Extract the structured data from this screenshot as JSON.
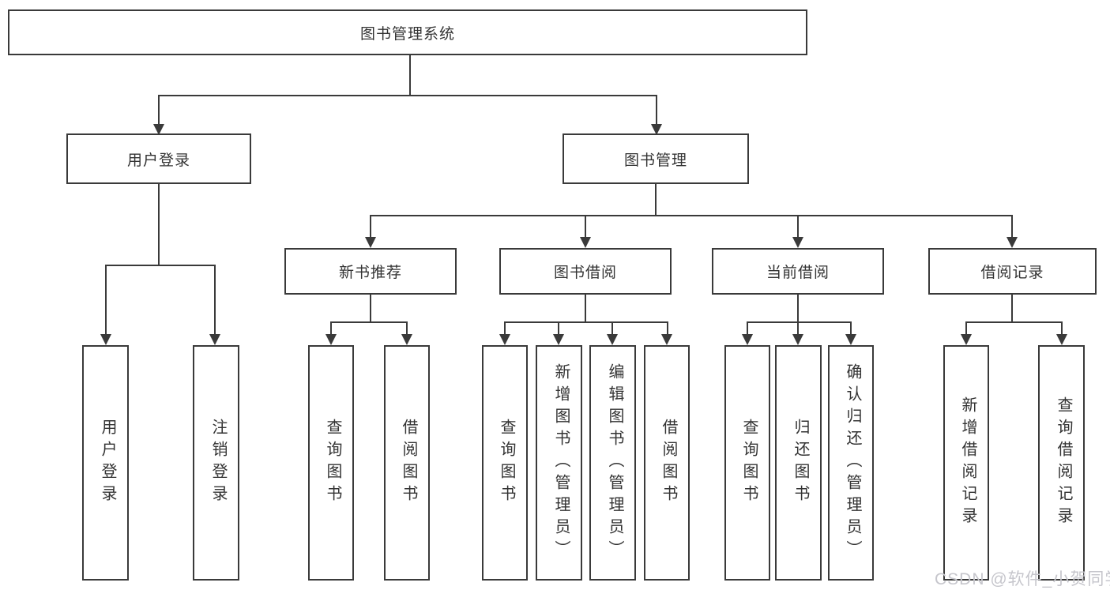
{
  "diagram": {
    "title": "图书管理系统",
    "root": {
      "label": "图书管理系统"
    },
    "level2": [
      {
        "id": "user-login",
        "label": "用户登录"
      },
      {
        "id": "book-management",
        "label": "图书管理"
      }
    ],
    "level3": [
      {
        "id": "new-book-recommend",
        "label": "新书推荐"
      },
      {
        "id": "book-borrowing",
        "label": "图书借阅"
      },
      {
        "id": "current-borrowing",
        "label": "当前借阅"
      },
      {
        "id": "borrowing-records",
        "label": "借阅记录"
      }
    ],
    "leaf_groups": [
      {
        "parent": "用户登录",
        "items": [
          "用户登录",
          "注销登录"
        ]
      },
      {
        "parent": "新书推荐",
        "items": [
          "查询图书",
          "借阅图书"
        ]
      },
      {
        "parent": "图书借阅",
        "items": [
          "查询图书",
          "新增图书（管理员）",
          "编辑图书（管理员）",
          "借阅图书"
        ]
      },
      {
        "parent": "当前借阅",
        "items": [
          "查询图书",
          "归还图书",
          "确认归还（管理员）"
        ]
      },
      {
        "parent": "借阅记录",
        "items": [
          "新增借阅记录",
          "查询借阅记录"
        ]
      }
    ],
    "colors": {
      "line": "#3a3a3a",
      "text": "#333333",
      "background": "#ffffff",
      "watermark": "#c6c6cc"
    },
    "watermark": {
      "text": "CSDN @软件_小贺同学"
    }
  }
}
